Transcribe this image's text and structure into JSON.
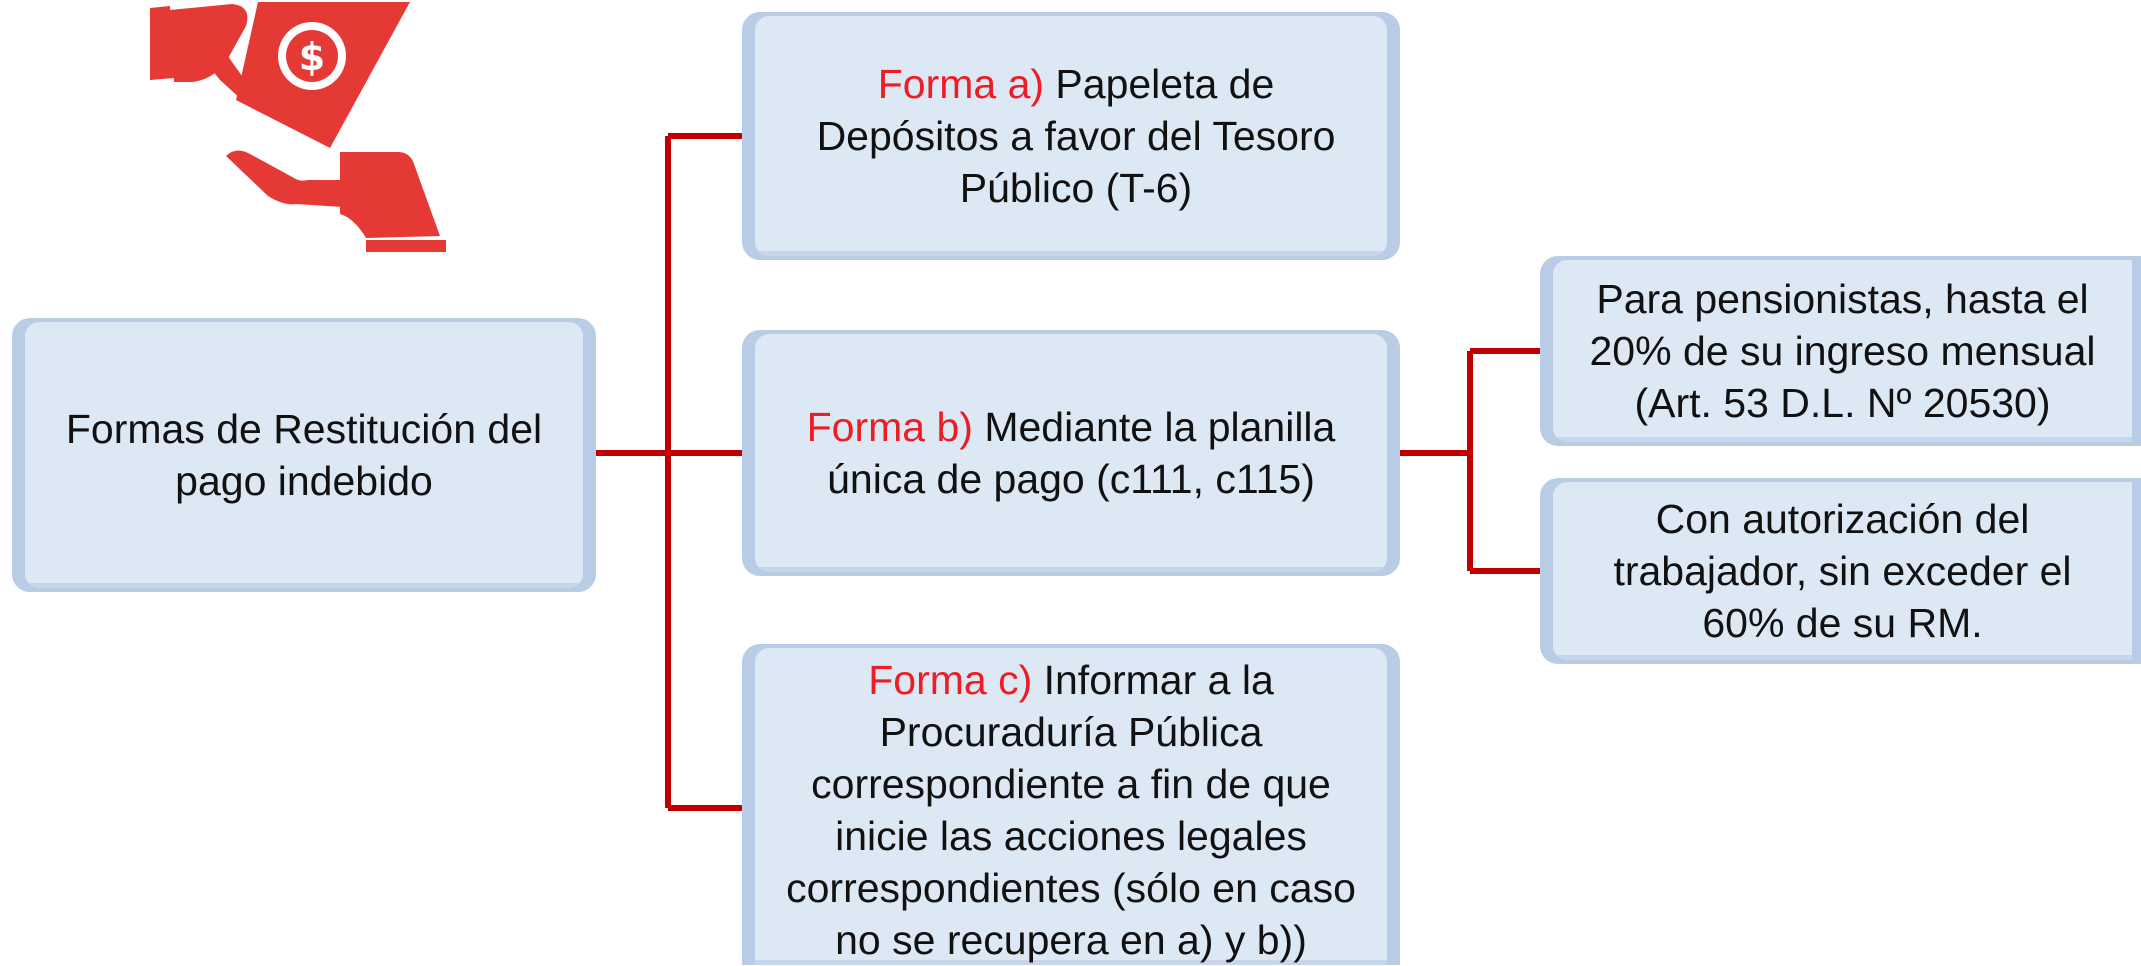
{
  "diagram": {
    "root": {
      "label": "Formas de Restitución del pago indebido"
    },
    "options": [
      {
        "prefix": "Forma a)",
        "text": " Papeleta de Depósitos a favor del Tesoro Público (T-6)"
      },
      {
        "prefix": "Forma b)",
        "text": " Mediante la planilla única de pago (c111, c115)"
      },
      {
        "prefix": "Forma c)",
        "text": " Informar a la Procuraduría  Pública correspondiente a fin de que inicie las acciones legales correspondientes (sólo en caso no se recupera en  a) y b))"
      }
    ],
    "sub_options": [
      {
        "text": "Para pensionistas, hasta el 20% de su ingreso mensual (Art. 53 D.L. Nº 20530)"
      },
      {
        "text": "Con autorización del trabajador, sin exceder el 60% de su RM."
      }
    ]
  },
  "colors": {
    "connector": "#c00000",
    "accent_text": "#ee1c24",
    "node_fill": "#dde8f5",
    "node_border": "#b9cce6",
    "icon": "#e53935"
  },
  "icons": {
    "illustration": "hand-giving-money-icon"
  }
}
